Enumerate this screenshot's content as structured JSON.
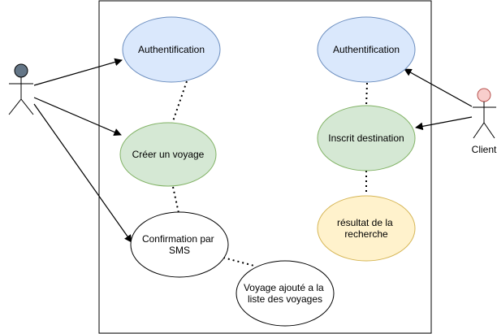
{
  "actors": {
    "left": {
      "label": "",
      "head_color": "#647687"
    },
    "right": {
      "label": "Client",
      "head_color": "#f8cecc"
    }
  },
  "use_cases": {
    "auth_left": {
      "lines": [
        "Authentification"
      ],
      "fill": "#dae8fc",
      "stroke": "#6c8ebf"
    },
    "creer_voyage": {
      "lines": [
        "Créer un voyage"
      ],
      "fill": "#d5e8d4",
      "stroke": "#82b366"
    },
    "confirmation_sms": {
      "lines": [
        "Confirmation par",
        "SMS"
      ],
      "fill": "#ffffff",
      "stroke": "#000000"
    },
    "voyage_ajoute": {
      "lines": [
        "Voyage ajouté a la",
        "liste des voyages"
      ],
      "fill": "#ffffff",
      "stroke": "#000000"
    },
    "auth_right": {
      "lines": [
        "Authentification"
      ],
      "fill": "#dae8fc",
      "stroke": "#6c8ebf"
    },
    "inscrit_destination": {
      "lines": [
        "Inscrit destination"
      ],
      "fill": "#d5e8d4",
      "stroke": "#82b366"
    },
    "resultat_recherche": {
      "lines": [
        "résultat de la",
        "recherche"
      ],
      "fill": "#fff2cc",
      "stroke": "#d6b656"
    }
  }
}
